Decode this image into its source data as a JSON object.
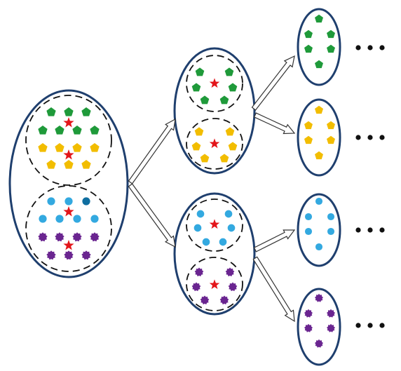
{
  "colors": {
    "cluster_border": "#1f3f6e",
    "subcluster_border": "#111111",
    "centroid_star": "#e3151a",
    "green": "#1f9a3a",
    "yellow": "#f2bd00",
    "light_blue": "#33a9e0",
    "dark_blue": "#0f6ea0",
    "purple": "#6a2590",
    "ellipsis": "#111111"
  },
  "icons": {
    "green_point": "pentagon-icon",
    "yellow_point": "pentagon-icon",
    "blue_point": "circle-icon",
    "purple_point": "gear-icon",
    "centroid": "star-icon",
    "ellipsis": "ellipsis-icon"
  },
  "tree": {
    "levels": 3,
    "root": {
      "subclusters": [
        "green",
        "yellow",
        "light_blue",
        "purple"
      ],
      "centroids": 4
    },
    "level_2": [
      {
        "subclusters": [
          "green",
          "yellow"
        ],
        "centroids": 2
      },
      {
        "subclusters": [
          "light_blue",
          "purple"
        ],
        "centroids": 2
      }
    ],
    "level_3": [
      {
        "group": "green",
        "points": 6,
        "continues": true
      },
      {
        "group": "yellow",
        "points": 6,
        "continues": true
      },
      {
        "group": "light_blue",
        "points": 6,
        "continues": true
      },
      {
        "group": "purple",
        "points": 6,
        "continues": true
      }
    ]
  }
}
